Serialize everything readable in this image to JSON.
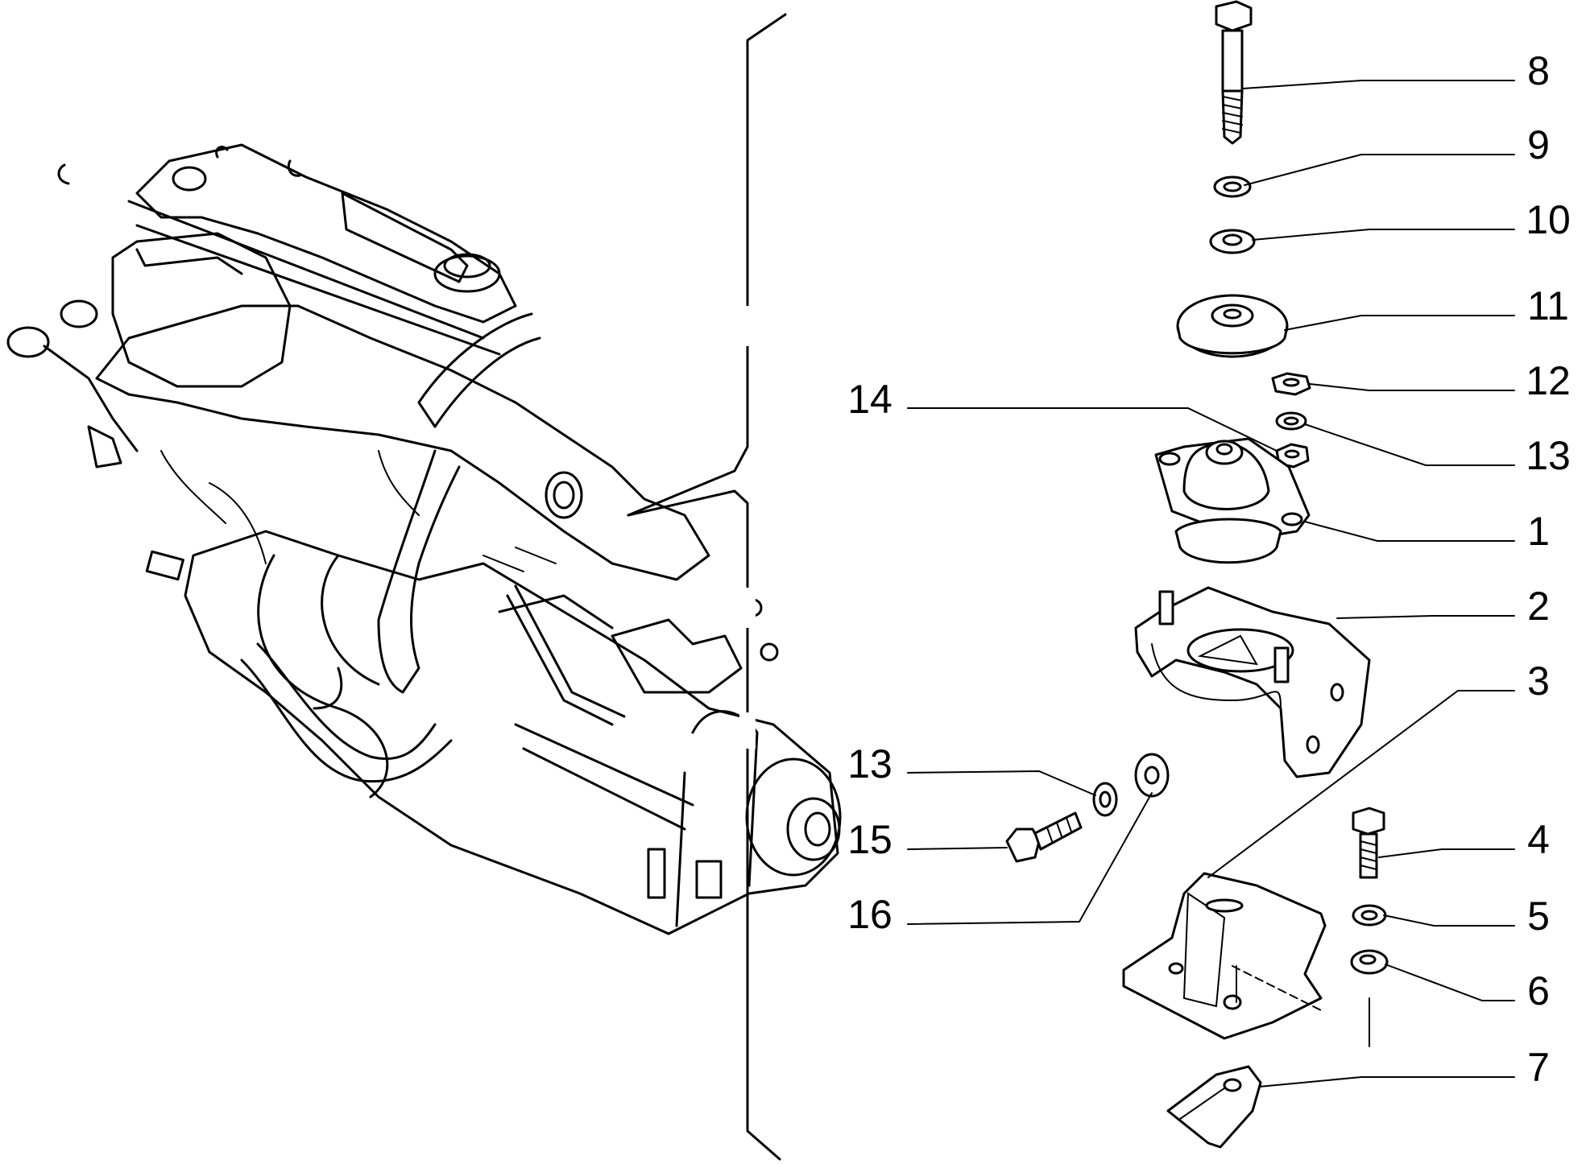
{
  "callouts": [
    {
      "id": "c8",
      "label": "8"
    },
    {
      "id": "c9",
      "label": "9"
    },
    {
      "id": "c10",
      "label": "10"
    },
    {
      "id": "c11",
      "label": "11"
    },
    {
      "id": "c12",
      "label": "12"
    },
    {
      "id": "c13a",
      "label": "13"
    },
    {
      "id": "c14",
      "label": "14"
    },
    {
      "id": "c1",
      "label": "1"
    },
    {
      "id": "c2",
      "label": "2"
    },
    {
      "id": "c3",
      "label": "3"
    },
    {
      "id": "c4",
      "label": "4"
    },
    {
      "id": "c5",
      "label": "5"
    },
    {
      "id": "c6",
      "label": "6"
    },
    {
      "id": "c7",
      "label": "7"
    },
    {
      "id": "c13b",
      "label": "13"
    },
    {
      "id": "c15",
      "label": "15"
    },
    {
      "id": "c16",
      "label": "16"
    }
  ]
}
